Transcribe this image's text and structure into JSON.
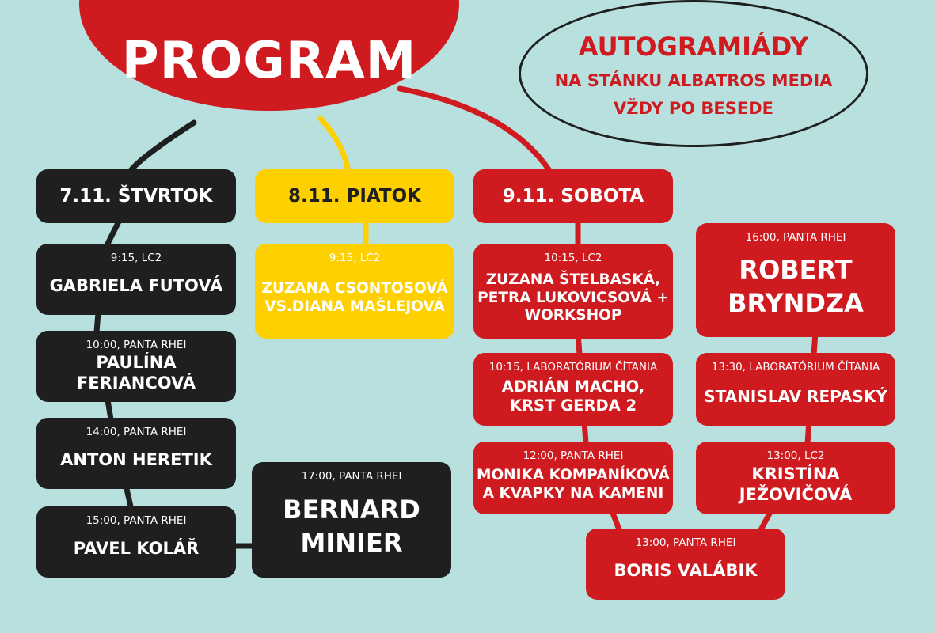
{
  "header": {
    "title": "PROGRAM"
  },
  "autographs": {
    "title": "AUTOGRAMIÁDY",
    "line1": "NA STÁNKU ALBATROS MEDIA",
    "line2": "VŽDY PO BESEDE"
  },
  "colors": {
    "background": "#b8e0df",
    "red": "#cf1b1f",
    "black": "#1f1f1f",
    "yellow": "#ffd000"
  },
  "days": [
    {
      "label": "7.11. ŠTVRTOK"
    },
    {
      "label": "8.11. PIATOK"
    },
    {
      "label": "9.11. SOBOTA"
    }
  ],
  "events": [
    {
      "time": "9:15, LC2",
      "name": "GABRIELA FUTOVÁ"
    },
    {
      "time": "10:00, PANTA RHEI",
      "name": "PAULÍNA\nFERIANCOVÁ"
    },
    {
      "time": "14:00, PANTA RHEI",
      "name": "ANTON HERETIK"
    },
    {
      "time": "15:00, PANTA RHEI",
      "name": "PAVEL KOLÁŘ"
    },
    {
      "time": "17:00, PANTA RHEI",
      "name": "BERNARD\nMINIER"
    },
    {
      "time": "9:15, LC2",
      "name": "ZUZANA CSONTOSOVÁ\nVS.DIANA MAŠLEJOVÁ"
    },
    {
      "time": "10:15, LC2",
      "name": "ZUZANA ŠTELBASKÁ,\nPETRA LUKOVICSOVÁ +\nWORKSHOP"
    },
    {
      "time": "10:15, LABORATÓRIUM ČÍTANIA",
      "name": "ADRIÁN MACHO,\nKRST GERDA 2"
    },
    {
      "time": "12:00, PANTA RHEI",
      "name": "MONIKA KOMPANÍKOVÁ\nA KVAPKY NA KAMENI"
    },
    {
      "time": "13:00, PANTA RHEI",
      "name": "BORIS VALÁBIK"
    },
    {
      "time": "16:00, PANTA RHEI",
      "name": "ROBERT\nBRYNDZA"
    },
    {
      "time": "13:30, LABORATÓRIUM ČÍTANIA",
      "name": "STANISLAV REPASKÝ"
    },
    {
      "time": "13:00, LC2",
      "name": "KRISTÍNA\nJEŽOVIČOVÁ"
    }
  ]
}
